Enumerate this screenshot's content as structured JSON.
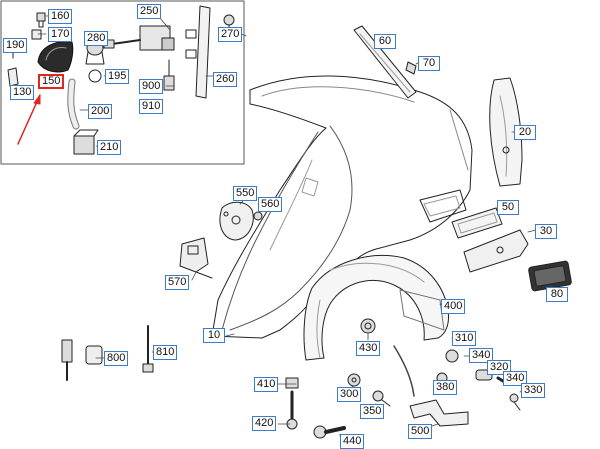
{
  "diagram": {
    "colors": {
      "callout_border": "#3d7cc9",
      "highlight_border": "#e0261f",
      "arrow": "#e0261f",
      "line_art": "#222222"
    },
    "highlighted_part": "150",
    "callouts": {
      "p160": "160",
      "p190": "190",
      "p170": "170",
      "p150": "150",
      "p130": "130",
      "p250": "250",
      "p280": "280",
      "p195": "195",
      "p200": "200",
      "p210": "210",
      "p900": "900",
      "p910": "910",
      "p260": "260",
      "p270": "270",
      "p60": "60",
      "p70": "70",
      "p20": "20",
      "p550": "550",
      "p560": "560",
      "p50": "50",
      "p30": "30",
      "p570": "570",
      "p80": "80",
      "p400": "400",
      "p10": "10",
      "p430": "430",
      "p310": "310",
      "p800": "800",
      "p810": "810",
      "p340a": "340",
      "p320": "320",
      "p340b": "340",
      "p330": "330",
      "p410": "410",
      "p380": "380",
      "p300": "300",
      "p350": "350",
      "p420": "420",
      "p440": "440",
      "p500": "500"
    }
  }
}
